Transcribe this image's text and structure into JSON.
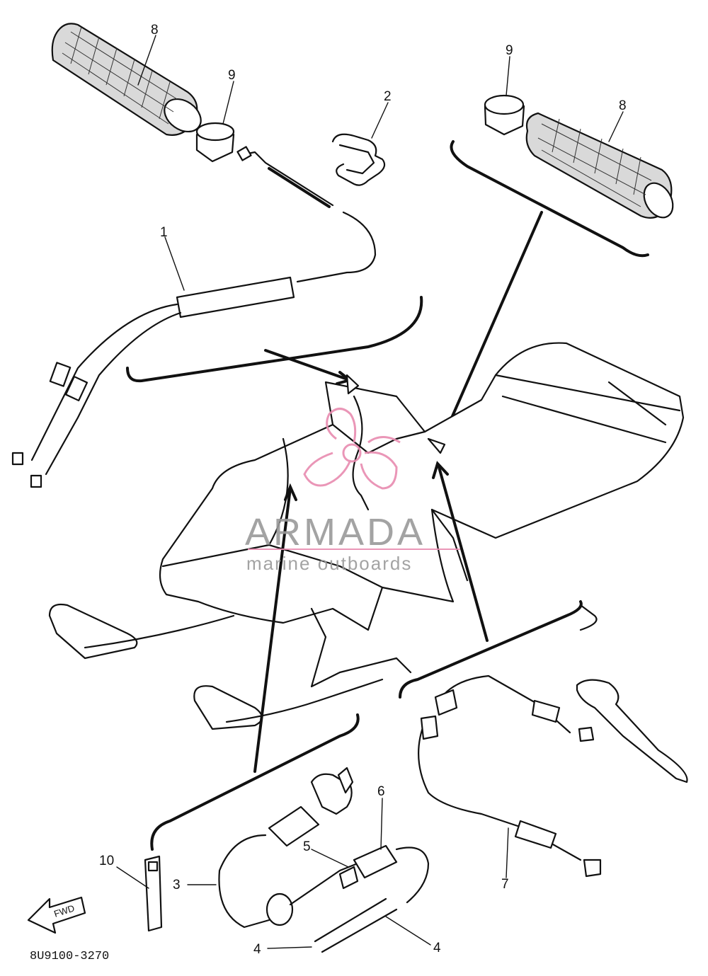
{
  "diagram": {
    "drawing_code": "8U9100-3270",
    "fwd_label": "FWD",
    "callouts": [
      {
        "id": "c1",
        "label": "1"
      },
      {
        "id": "c2",
        "label": "2"
      },
      {
        "id": "c3",
        "label": "3"
      },
      {
        "id": "c4a",
        "label": "4"
      },
      {
        "id": "c4b",
        "label": "4"
      },
      {
        "id": "c5",
        "label": "5"
      },
      {
        "id": "c6",
        "label": "6"
      },
      {
        "id": "c7",
        "label": "7"
      },
      {
        "id": "c8a",
        "label": "8"
      },
      {
        "id": "c8b",
        "label": "8"
      },
      {
        "id": "c9a",
        "label": "9"
      },
      {
        "id": "c9b",
        "label": "9"
      },
      {
        "id": "c10",
        "label": "10"
      }
    ]
  },
  "watermark": {
    "brand": "ARMADA",
    "tagline": "marine outboards",
    "logo_color": "#e88bb0",
    "text_color": "#9a9a9a"
  }
}
